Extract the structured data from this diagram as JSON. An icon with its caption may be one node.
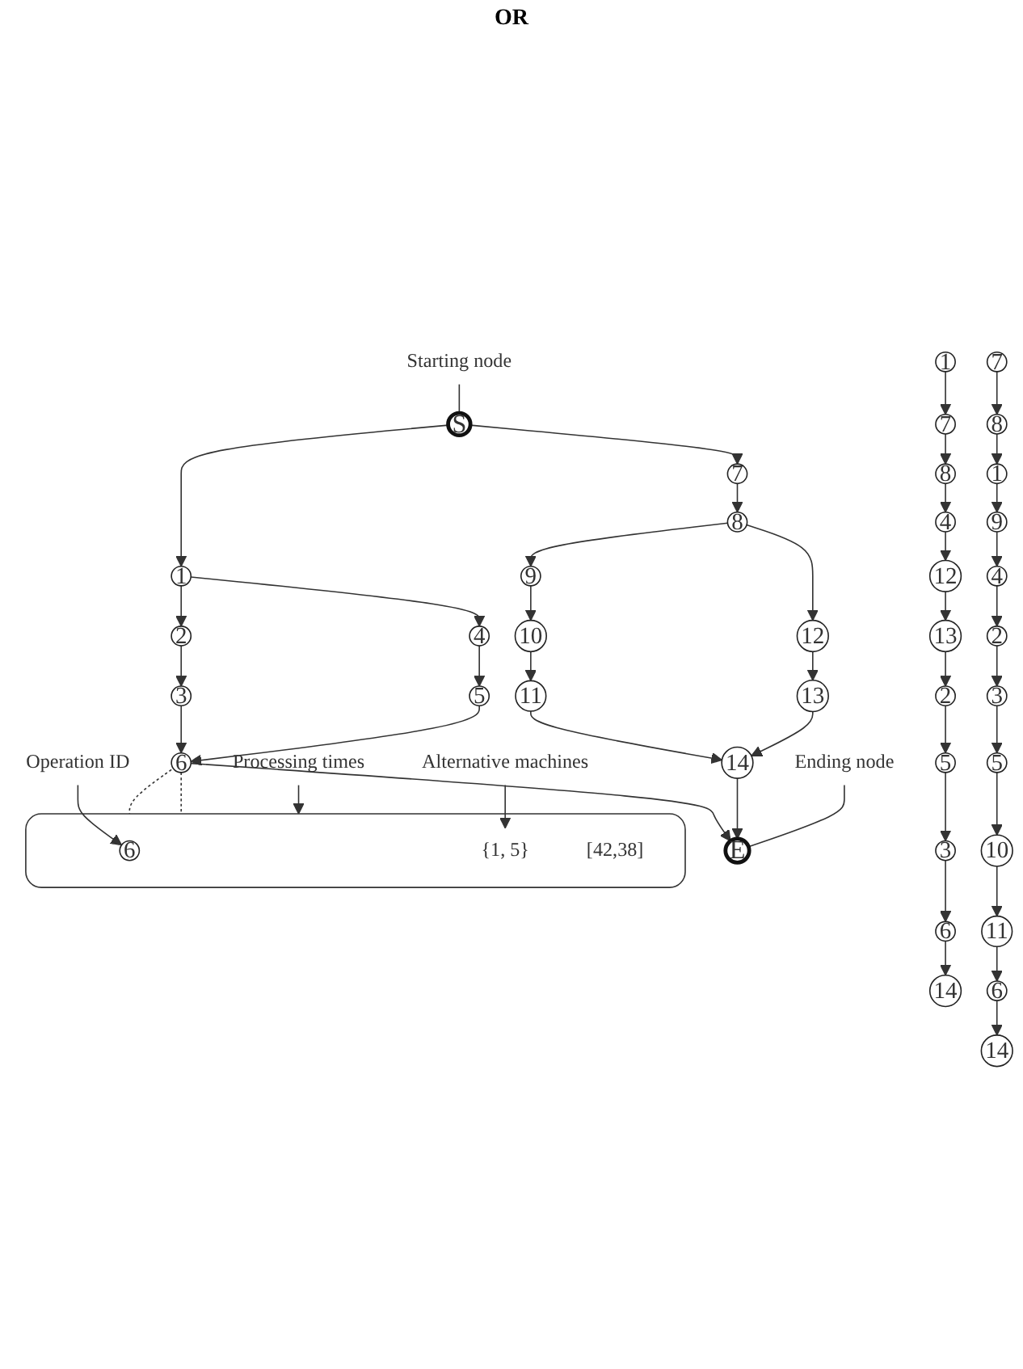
{
  "diagram": {
    "nodes": [
      {
        "text": [
          "Starting node"
        ]
      },
      {
        "text": [
          "S"
        ]
      },
      {
        "text": [
          "1"
        ]
      },
      {
        "text": [
          "7"
        ]
      },
      {
        "text": [
          "2"
        ]
      },
      {
        "text": [
          "4"
        ]
      },
      {
        "text": [
          "8"
        ]
      },
      {
        "text": [
          "3"
        ]
      },
      {
        "text": [
          "5"
        ]
      },
      {
        "text": [
          "9"
        ]
      },
      {
        "text": [
          "12"
        ]
      },
      {
        "text": [
          "Operation ID"
        ]
      },
      {
        "text": [
          "6"
        ]
      },
      {
        "text": [
          "10"
        ]
      },
      {
        "text": [
          "13"
        ]
      },
      {
        "text": [
          "Alternative machines"
        ]
      },
      {
        "text": [],
        "shape": "box"
      },
      {
        "text": [
          "6"
        ],
        "in": 16
      },
      {
        "text": [
          "{1, 5}"
        ],
        "in": 16
      },
      {
        "text": [
          "[42,38]"
        ],
        "in": 16
      },
      {
        "text": [
          "11"
        ]
      },
      {
        "text": [
          "Processing times"
        ]
      },
      {
        "text": [
          "14"
        ]
      },
      {
        "text": [
          "Ending node"
        ]
      },
      {
        "text": [
          "E"
        ]
      },
      {
        "text": [
          "1"
        ]
      },
      {
        "text": [
          "7"
        ]
      },
      {
        "text": [
          "8"
        ]
      },
      {
        "text": [
          "4"
        ]
      },
      {
        "text": [
          "12"
        ]
      },
      {
        "text": [
          "13"
        ]
      },
      {
        "text": [
          "2"
        ]
      },
      {
        "text": [
          "5"
        ]
      },
      {
        "text": [
          "3"
        ]
      },
      {
        "text": [
          "6"
        ]
      },
      {
        "text": [
          "14"
        ]
      },
      {
        "text": [
          "7"
        ]
      },
      {
        "text": [
          "8"
        ]
      },
      {
        "text": [
          "1"
        ]
      },
      {
        "text": [
          "9"
        ]
      },
      {
        "text": [
          "4"
        ]
      },
      {
        "text": [
          "2"
        ]
      },
      {
        "text": [
          "3"
        ]
      },
      {
        "text": [
          "5"
        ]
      },
      {
        "text": [
          "10"
        ]
      },
      {
        "text": [
          "11"
        ]
      },
      {
        "text": [
          "6"
        ]
      },
      {
        "text": [
          "14"
        ]
      }
    ],
    "edges": [
      {
        "from": 0,
        "to": 1,
        "arrow": "none"
      },
      {
        "from": 1,
        "to": 2,
        "arrow": "to"
      },
      {
        "from": 1,
        "to": 3,
        "arrow": "to"
      },
      {
        "from": 2,
        "to": 4,
        "arrow": "to"
      },
      {
        "from": 2,
        "to": 5,
        "arrow": "to"
      },
      {
        "from": 3,
        "to": 6,
        "arrow": "to"
      },
      {
        "from": 4,
        "to": 7,
        "arrow": "to"
      },
      {
        "from": 5,
        "to": 8,
        "arrow": "to"
      },
      {
        "from": 6,
        "to": 9,
        "arrow": "to"
      },
      {
        "from": 6,
        "to": 10,
        "arrow": "to"
      },
      {
        "from": 7,
        "to": 12,
        "arrow": "to"
      },
      {
        "from": 8,
        "to": 12,
        "arrow": "to"
      },
      {
        "from": 9,
        "to": 13,
        "arrow": "to"
      },
      {
        "from": 10,
        "to": 14,
        "arrow": "to"
      },
      {
        "from": 13,
        "to": 20,
        "arrow": "to"
      },
      {
        "from": 20,
        "to": 22,
        "arrow": "to"
      },
      {
        "from": 14,
        "to": 22,
        "arrow": "to"
      },
      {
        "from": 12,
        "to": 24,
        "arrow": "to"
      },
      {
        "from": 22,
        "to": 24,
        "arrow": "to"
      },
      {
        "from": 23,
        "to": 24,
        "arrow": "none"
      },
      {
        "from": 12,
        "to": 16,
        "arrow": "none",
        "style": "dashed"
      },
      {
        "from": 12,
        "to": 16,
        "arrow": "none",
        "style": "dashed"
      },
      {
        "from": 11,
        "to": 17,
        "arrow": "to"
      },
      {
        "from": 15,
        "to": 18,
        "arrow": "to"
      },
      {
        "from": 21,
        "to": 16,
        "arrow": "to"
      },
      {
        "from": 25,
        "to": 26,
        "arrow": "to"
      },
      {
        "from": 26,
        "to": 27,
        "arrow": "to"
      },
      {
        "from": 27,
        "to": 28,
        "arrow": "to"
      },
      {
        "from": 28,
        "to": 29,
        "arrow": "to"
      },
      {
        "from": 29,
        "to": 30,
        "arrow": "to"
      },
      {
        "from": 30,
        "to": 31,
        "arrow": "to"
      },
      {
        "from": 31,
        "to": 32,
        "arrow": "to"
      },
      {
        "from": 32,
        "to": 33,
        "arrow": "to"
      },
      {
        "from": 33,
        "to": 34,
        "arrow": "to"
      },
      {
        "from": 34,
        "to": 35,
        "arrow": "to"
      },
      {
        "from": 36,
        "to": 37,
        "arrow": "to"
      },
      {
        "from": 37,
        "to": 38,
        "arrow": "to"
      },
      {
        "from": 38,
        "to": 39,
        "arrow": "to"
      },
      {
        "from": 39,
        "to": 40,
        "arrow": "to"
      },
      {
        "from": 40,
        "to": 41,
        "arrow": "to"
      },
      {
        "from": 41,
        "to": 42,
        "arrow": "to"
      },
      {
        "from": 42,
        "to": 43,
        "arrow": "to"
      },
      {
        "from": 43,
        "to": 44,
        "arrow": "to"
      },
      {
        "from": 44,
        "to": 45,
        "arrow": "to"
      },
      {
        "from": 45,
        "to": 46,
        "arrow": "to"
      },
      {
        "from": 46,
        "to": 47,
        "arrow": "to"
      }
    ],
    "labels": [
      "OR"
    ]
  }
}
